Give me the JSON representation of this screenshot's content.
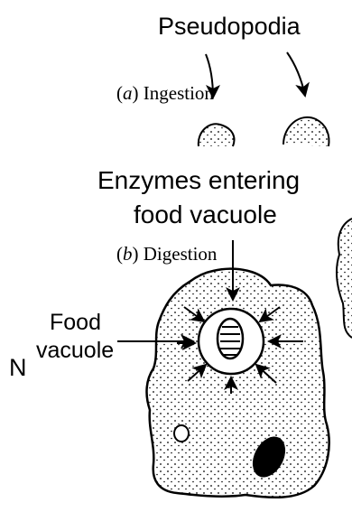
{
  "labels": {
    "pseudopodia": "Pseudopodia",
    "ingestion_letter": "a",
    "ingestion_text": "Ingestion",
    "enzymes_line1": "Enzymes entering",
    "enzymes_line2": "food vacuole",
    "digestion_letter": "b",
    "digestion_text": "Digestion",
    "food_vacuole_line1": "Food",
    "food_vacuole_line2": "vacuole",
    "nucleus_letter": "N"
  },
  "colors": {
    "ink": "#000000",
    "background": "#ffffff"
  }
}
